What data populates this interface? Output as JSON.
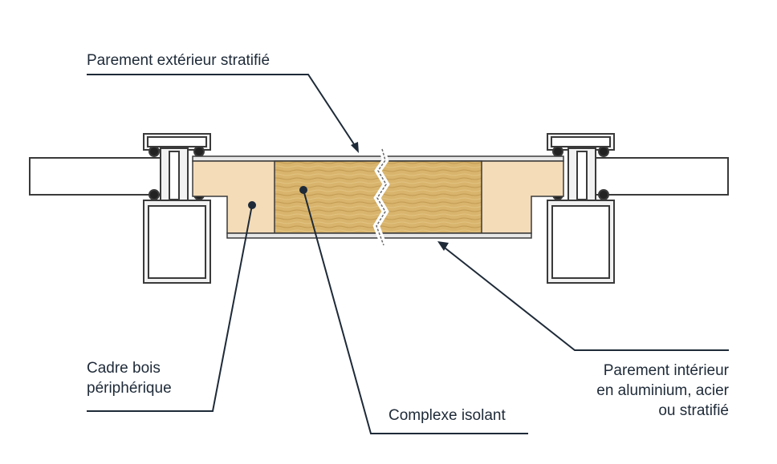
{
  "labels": {
    "parement_exterieur": "Parement extérieur stratifié",
    "cadre_bois": [
      "Cadre bois",
      "périphérique"
    ],
    "complexe_isolant": "Complexe isolant",
    "parement_interieur": [
      "Parement intérieur",
      "en aluminium, acier",
      "ou stratifié"
    ]
  },
  "colors": {
    "leader": "#1e2a38",
    "frame_wood": "#f4dcb8",
    "insulation_core": "#d6b06a",
    "profile_stroke": "#3a3a3a",
    "glass_panel": "#ffffff"
  }
}
